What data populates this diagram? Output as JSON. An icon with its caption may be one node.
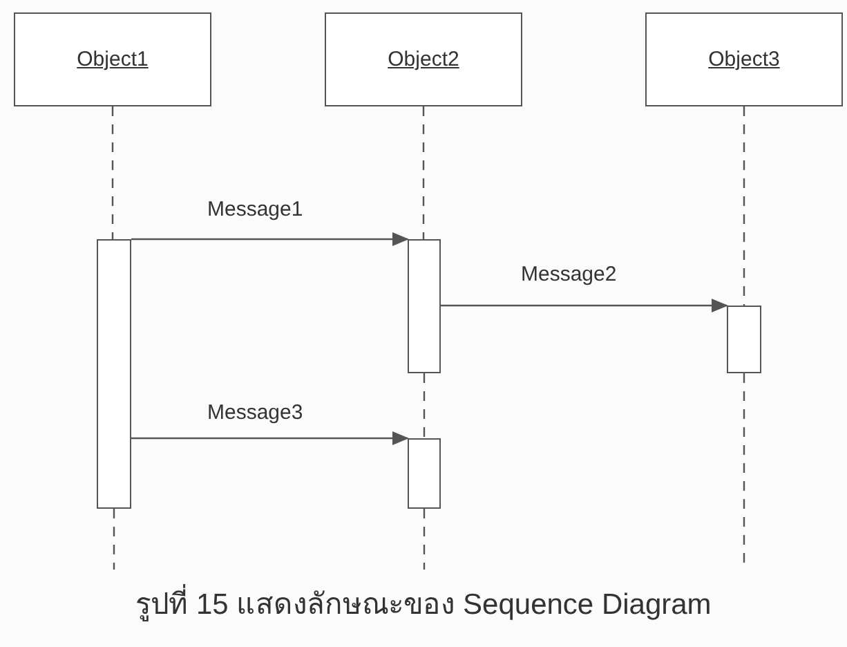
{
  "diagram": {
    "caption": "รูปที่ 15 แสดงลักษณะของ Sequence Diagram",
    "nodes": [
      {
        "text": [
          "Object1"
        ]
      },
      {
        "text": [
          "Object2"
        ]
      },
      {
        "text": [
          "Object3"
        ]
      },
      {
        "text": [],
        "shape": "bar"
      },
      {
        "text": [],
        "shape": "bar"
      },
      {
        "text": [],
        "shape": "bar"
      },
      {
        "text": [],
        "shape": "bar"
      }
    ],
    "edges": [
      {
        "from": 3,
        "to": 4,
        "arrow": "to",
        "label": "Message1"
      },
      {
        "from": 4,
        "to": 5,
        "arrow": "to",
        "label": "Message2"
      },
      {
        "from": 3,
        "to": 6,
        "arrow": "to",
        "label": "Message3"
      },
      {
        "from": 0,
        "to": 3,
        "arrow": "none",
        "style": "dashed"
      },
      {
        "from": 1,
        "to": 4,
        "arrow": "none",
        "style": "dashed"
      },
      {
        "from": 4,
        "to": 6,
        "arrow": "none",
        "style": "dashed"
      },
      {
        "from": 2,
        "to": 5,
        "arrow": "none",
        "style": "dashed"
      },
      {
        "from": 5,
        "to": null,
        "arrow": "none",
        "style": "dashed"
      },
      {
        "from": 3,
        "to": null,
        "arrow": "none",
        "style": "dashed"
      },
      {
        "from": 6,
        "to": null,
        "arrow": "none",
        "style": "dashed"
      }
    ]
  }
}
